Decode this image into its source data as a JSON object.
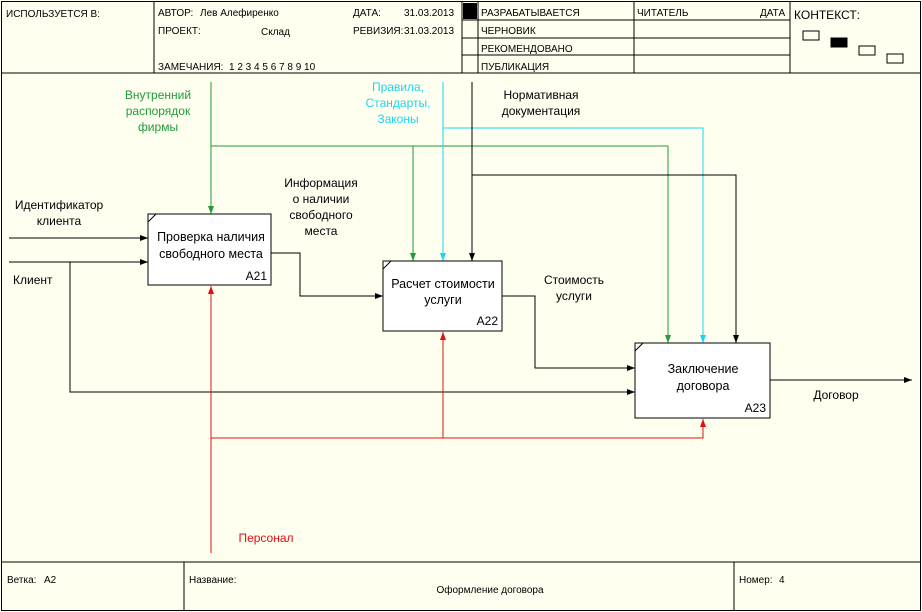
{
  "header": {
    "used_in": "ИСПОЛЬЗУЕТСЯ В:",
    "author_label": "АВТОР:",
    "author": "Лев Алефиренко",
    "date_label": "ДАТА:",
    "date": "31.03.2013",
    "project_label": "ПРОЕКТ:",
    "project": "Склад",
    "revision_label": "РЕВИЗИЯ:",
    "revision": "31.03.2013",
    "notes_label": "ЗАМЕЧАНИЯ:",
    "notes_numbers": "1 2 3 4 5 6 7 8 9 10",
    "status_working": "РАЗРАБАТЫВАЕТСЯ",
    "status_draft": "ЧЕРНОВИК",
    "status_recommended": "РЕКОМЕНДОВАНО",
    "status_publication": "ПУБЛИКАЦИЯ",
    "reader_label": "ЧИТАТЕЛЬ",
    "reader_date_label": "ДАТА",
    "context_label": "КОНТЕКСТ:"
  },
  "boxes": [
    {
      "lines": [
        "Проверка наличия",
        "свободного места"
      ],
      "number": "A21"
    },
    {
      "lines": [
        "Расчет стоимости",
        "услуги"
      ],
      "number": "A22"
    },
    {
      "lines": [
        "Заключение",
        "договора"
      ],
      "number": "A23"
    }
  ],
  "arrow_labels": {
    "internal_rules": [
      "Внутренний",
      "распорядок",
      "фирмы"
    ],
    "standards": [
      "Правила,",
      "Стандарты,",
      "Законы"
    ],
    "normative_docs": [
      "Нормативная",
      "документация"
    ],
    "client_id": [
      "Идентификатор",
      "клиента"
    ],
    "client": [
      "Клиент"
    ],
    "space_info": [
      "Информация",
      "о наличии",
      "свободного",
      "места"
    ],
    "service_cost": [
      "Стоимость",
      "услуги"
    ],
    "contract": [
      "Договор"
    ],
    "staff": [
      "Персонал"
    ]
  },
  "footer": {
    "node_label": "Ветка:",
    "node": "A2",
    "title_label": "Название:",
    "title": "Оформление договора",
    "number_label": "Номер:",
    "number": "4"
  },
  "colors": {
    "control_green": "#1f9b3a",
    "control_cyan": "#19d5f2",
    "mechanism_red": "#e01010",
    "black": "#000000",
    "background": "#fffff0"
  }
}
